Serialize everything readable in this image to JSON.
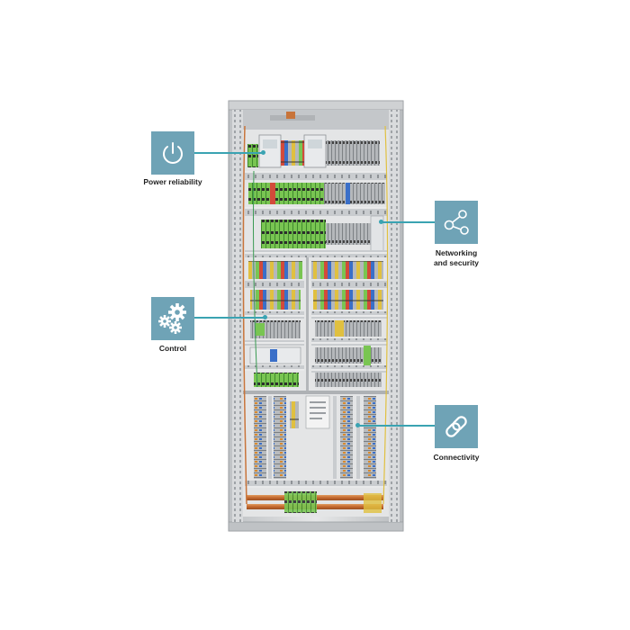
{
  "callouts": {
    "power": {
      "label": "Power reliability",
      "icon": "power-icon"
    },
    "networking": {
      "label_line1": "Networking",
      "label_line2": "and security",
      "icon": "network-nodes-icon"
    },
    "control": {
      "label": "Control",
      "icon": "gears-icon"
    },
    "connectivity": {
      "label": "Connectivity",
      "icon": "link-icon"
    }
  },
  "colors": {
    "tile": "#6fa3b6",
    "leader": "#3aa3b2",
    "cabinet_frame": "#d4d6d8",
    "terminal_green": "#6cc04a",
    "copper": "#c8743a"
  }
}
